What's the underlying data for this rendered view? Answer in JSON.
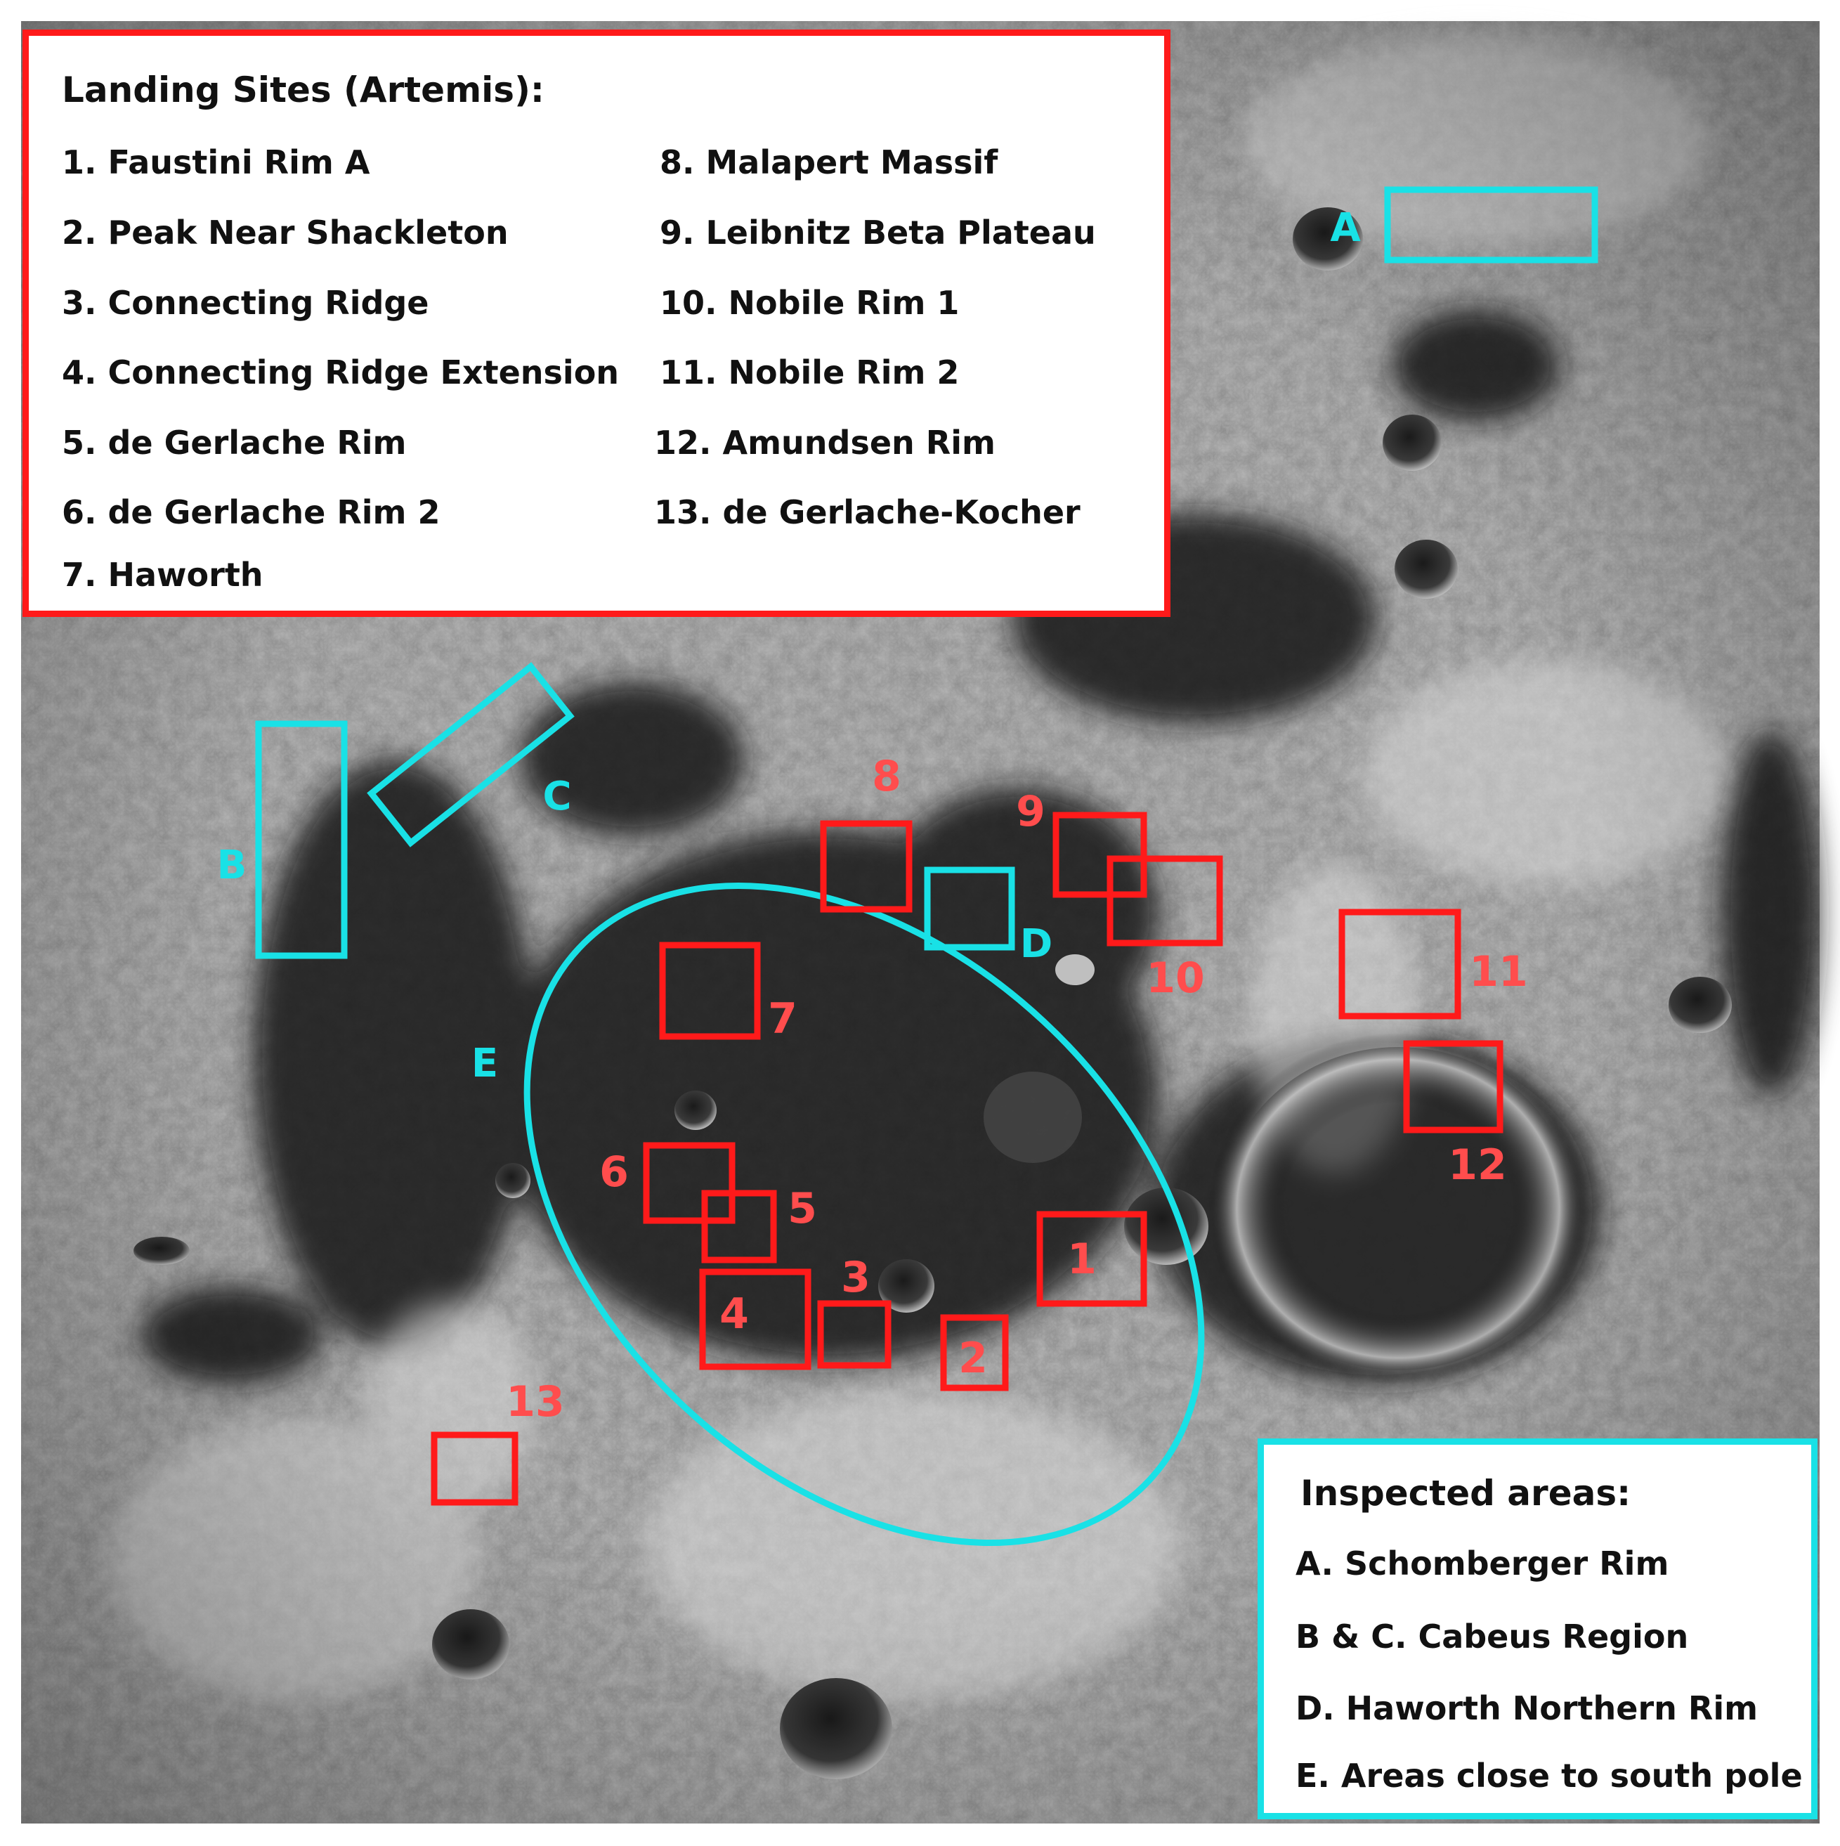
{
  "map": {
    "colors": {
      "landing_site": "#ff1a1a",
      "landing_label": "#ff4d4d",
      "inspected_area": "#19e1e6"
    },
    "landing_sites": [
      {
        "id": "1",
        "label": "1"
      },
      {
        "id": "2",
        "label": "2"
      },
      {
        "id": "3",
        "label": "3"
      },
      {
        "id": "4",
        "label": "4"
      },
      {
        "id": "5",
        "label": "5"
      },
      {
        "id": "6",
        "label": "6"
      },
      {
        "id": "7",
        "label": "7"
      },
      {
        "id": "8",
        "label": "8"
      },
      {
        "id": "9",
        "label": "9"
      },
      {
        "id": "10",
        "label": "10"
      },
      {
        "id": "11",
        "label": "11"
      },
      {
        "id": "12",
        "label": "12"
      },
      {
        "id": "13",
        "label": "13"
      }
    ],
    "inspected_areas": [
      {
        "id": "A",
        "label": "A"
      },
      {
        "id": "B",
        "label": "B"
      },
      {
        "id": "C",
        "label": "C"
      },
      {
        "id": "D",
        "label": "D"
      },
      {
        "id": "E",
        "label": "E"
      }
    ]
  },
  "landing_legend": {
    "title": "Landing Sites (Artemis):",
    "items": [
      "1. Faustini Rim A",
      "2. Peak Near Shackleton",
      "3. Connecting Ridge",
      "4. Connecting Ridge Extension",
      "5. de Gerlache Rim",
      "6. de Gerlache Rim 2",
      "7. Haworth",
      "8. Malapert Massif",
      "9. Leibnitz Beta Plateau",
      "10. Nobile Rim 1",
      "11. Nobile Rim 2",
      "12. Amundsen Rim",
      "13. de Gerlache-Kocher"
    ]
  },
  "inspected_legend": {
    "title": "Inspected areas:",
    "items": [
      "A. Schomberger Rim",
      "B & C. Cabeus Region",
      "D. Haworth Northern Rim",
      "E. Areas close to south pole"
    ]
  }
}
